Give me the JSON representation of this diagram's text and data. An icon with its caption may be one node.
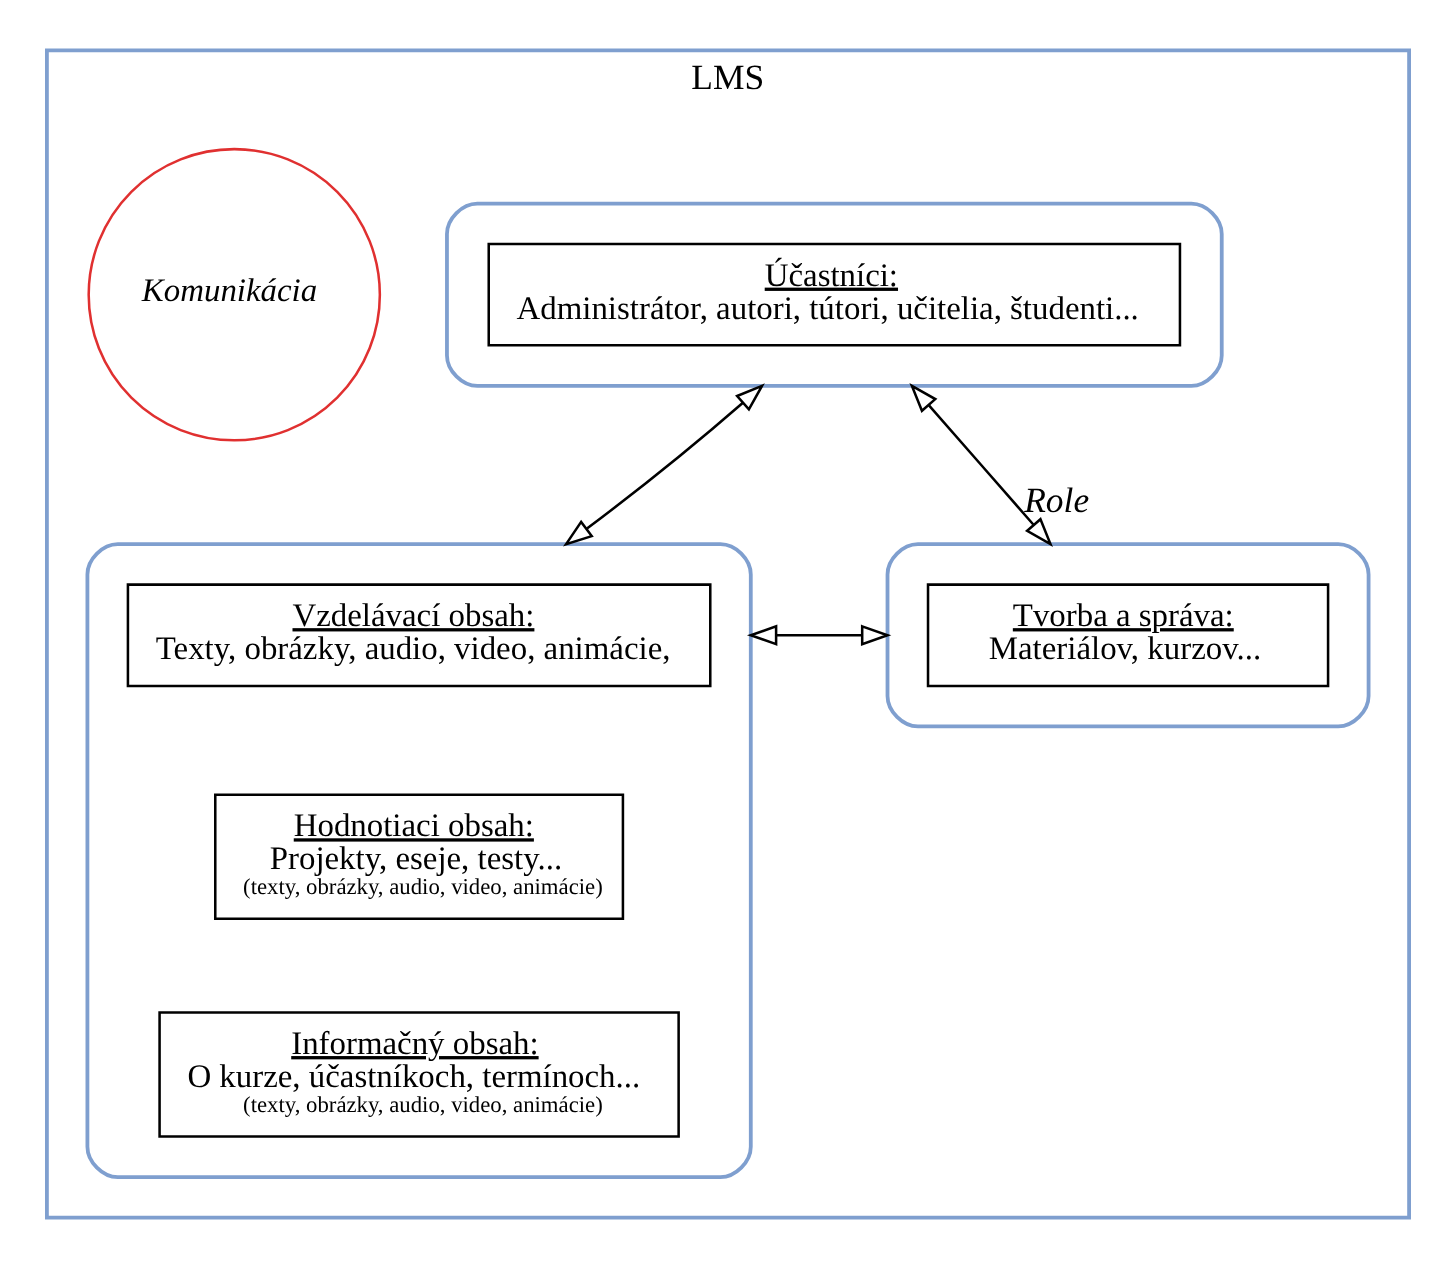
{
  "diagram": {
    "nodes": [
      {
        "text": [
          "LMS"
        ]
      },
      {
        "text": [],
        "shape": "box",
        "in": 0
      },
      {
        "text": [
          "Účastníci:",
          "Administrátor, autori, tútori, učitelia, študenti..."
        ],
        "in": 1
      },
      {
        "text": [],
        "shape": "box",
        "in": 0
      },
      {
        "text": [
          "Vzdelávací obsah:",
          "Texty, obrázky, audio, video, animácie,"
        ],
        "in": 3
      },
      {
        "text": [
          "Hodnotiaci obsah:",
          "Projekty, eseje, testy...",
          "(texty, obrázky, audio, video, animácie)"
        ],
        "in": 3
      },
      {
        "text": [
          "Informačný obsah:",
          "O kurze, účastníkoch, termínoch...",
          "(texty, obrázky, audio, video, animácie)"
        ],
        "in": 3
      },
      {
        "text": [],
        "shape": "box",
        "in": 0
      },
      {
        "text": [
          "Tvorba a správa:",
          "Materiálov, kurzov..."
        ],
        "in": 7
      },
      {
        "text": [
          "Komunikácia"
        ],
        "in": 0
      }
    ],
    "edges": [
      {
        "from": 1,
        "to": 3,
        "arrow": "both"
      },
      {
        "from": 1,
        "to": 7,
        "arrow": "both",
        "label": "Role"
      },
      {
        "from": 7,
        "to": 3,
        "arrow": "both"
      }
    ]
  }
}
